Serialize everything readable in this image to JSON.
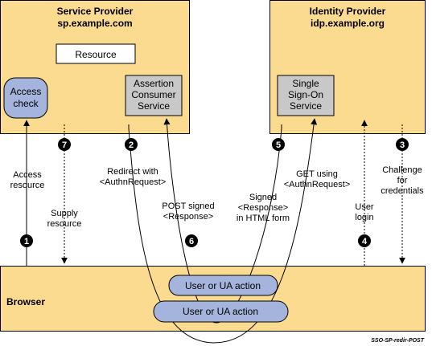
{
  "colors": {
    "box_fill": "#FBDB8F",
    "grey_fill": "#C8C8C8",
    "blue_fill": "#A5B4DC",
    "line": "#000000",
    "step_circle": "#000000"
  },
  "service_provider": {
    "title": "Service Provider",
    "domain": "sp.example.com",
    "resource_label": "Resource",
    "access_check": [
      "Access",
      "check"
    ],
    "acs": [
      "Assertion",
      "Consumer",
      "Service"
    ]
  },
  "identity_provider": {
    "title": "Identity Provider",
    "domain": "idp.example.org",
    "sso": [
      "Single",
      "Sign-On",
      "Service"
    ]
  },
  "browser": {
    "title": "Browser",
    "action_1": "User or UA action",
    "action_2": "User or UA action"
  },
  "steps": {
    "s1": "1",
    "s2": "2",
    "s3": "3",
    "s4": "4",
    "s5": "5",
    "s6": "6",
    "s7": "7"
  },
  "labels": {
    "access_resource": [
      "Access",
      "resource"
    ],
    "supply_resource": [
      "Supply",
      "resource"
    ],
    "redirect": [
      "Redirect with",
      "<AuthnRequest>"
    ],
    "post_signed": [
      "POST signed",
      "<Response>"
    ],
    "signed_response": [
      "Signed",
      "<Response>",
      "in HTML form"
    ],
    "get_using": [
      "GET using",
      "<AuthnRequest>"
    ],
    "user_login": [
      "User",
      "login"
    ],
    "challenge": [
      "Challenge",
      "for",
      "credentials"
    ]
  },
  "diagram_ref": "SSO-SP-redir-POST"
}
